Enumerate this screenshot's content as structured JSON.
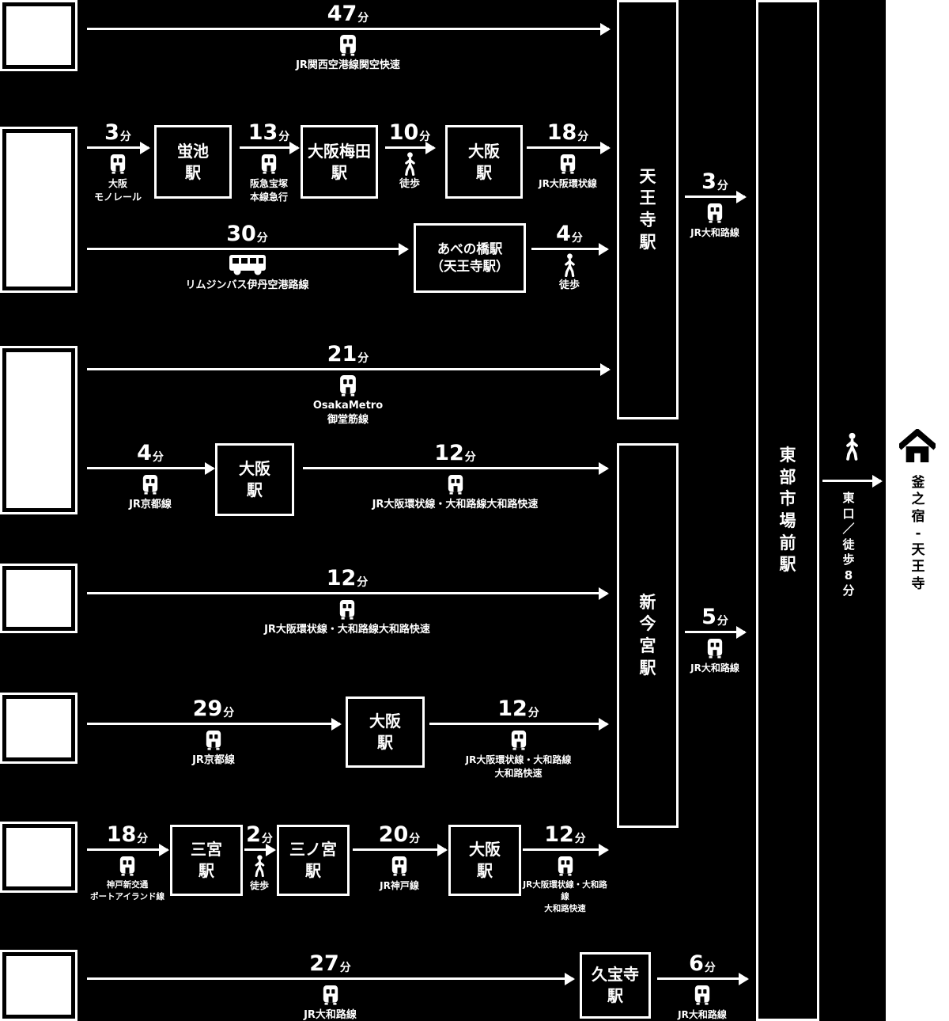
{
  "colors": {
    "background": "#000000",
    "foreground": "#ffffff",
    "destination_strip": "#ffffff"
  },
  "minute_suffix": "分",
  "destination": {
    "name": "釜之宿-天王寺",
    "walk_note": "東口／徒歩8分"
  },
  "hubs": {
    "tennoji": "天王寺駅",
    "shin_imamiya": "新今宮駅",
    "tobu_shijomae": "東部市場前駅"
  },
  "stations": {
    "hotarugaike": [
      "蛍池",
      "駅"
    ],
    "osaka_umeda": [
      "大阪梅田",
      "駅"
    ],
    "osaka": [
      "大阪",
      "駅"
    ],
    "abenobashi": [
      "あべの橋駅",
      "（天王寺駅）"
    ],
    "sannomiya": [
      "三宮",
      "駅"
    ],
    "sannomiya_jr": [
      "三ノ宮",
      "駅"
    ],
    "kyuhoji": [
      "久宝寺",
      "駅"
    ]
  },
  "segments": {
    "kix_rapid": {
      "time": "47",
      "mode": "train",
      "lines": [
        "JR関西空港線関空快速"
      ]
    },
    "osaka_monorail": {
      "time": "3",
      "mode": "train",
      "lines": [
        "大阪",
        "モノレール"
      ]
    },
    "hankyu_takarazuka": {
      "time": "13",
      "mode": "train",
      "lines": [
        "阪急宝塚",
        "本線急行"
      ]
    },
    "umeda_walk": {
      "time": "10",
      "mode": "walk",
      "lines": [
        "徒歩"
      ]
    },
    "jr_loop": {
      "time": "18",
      "mode": "train",
      "lines": [
        "JR大阪環状線"
      ]
    },
    "limousine_bus": {
      "time": "30",
      "mode": "bus",
      "lines": [
        "リムジンバス伊丹空港路線"
      ]
    },
    "abeno_walk": {
      "time": "4",
      "mode": "walk",
      "lines": [
        "徒歩"
      ]
    },
    "midosuji": {
      "time": "21",
      "mode": "train",
      "lines": [
        "OsakaMetro",
        "御堂筋線"
      ]
    },
    "jr_kyoto_4": {
      "time": "4",
      "mode": "train",
      "lines": [
        "JR京都線"
      ]
    },
    "yamatoji_rapid_12a": {
      "time": "12",
      "mode": "train",
      "lines": [
        "JR大阪環状線・大和路線大和路快速"
      ]
    },
    "yamatoji_rapid_12b": {
      "time": "12",
      "mode": "train",
      "lines": [
        "JR大阪環状線・大和路線大和路快速"
      ]
    },
    "jr_kyoto_29": {
      "time": "29",
      "mode": "train",
      "lines": [
        "JR京都線"
      ]
    },
    "yamatoji_rapid_12c": {
      "time": "12",
      "mode": "train",
      "lines": [
        "JR大阪環状線・大和路線",
        "大和路快速"
      ]
    },
    "port_island": {
      "time": "18",
      "mode": "train",
      "lines": [
        "神戸新交通",
        "ポートアイランド線"
      ]
    },
    "sannomiya_walk": {
      "time": "2",
      "mode": "walk",
      "lines": [
        "徒歩"
      ]
    },
    "jr_kobe": {
      "time": "20",
      "mode": "train",
      "lines": [
        "JR神戸線"
      ]
    },
    "yamatoji_rapid_12d": {
      "time": "12",
      "mode": "train",
      "lines": [
        "JR大阪環状線・大和路線",
        "大和路快速"
      ]
    },
    "yamatoji_27": {
      "time": "27",
      "mode": "train",
      "lines": [
        "JR大和路線"
      ]
    },
    "yamatoji_6": {
      "time": "6",
      "mode": "train",
      "lines": [
        "JR大和路線"
      ]
    },
    "tennoji_to_tobu": {
      "time": "3",
      "mode": "train",
      "lines": [
        "JR大和路線"
      ]
    },
    "shin_imamiya_to_tobu": {
      "time": "5",
      "mode": "train",
      "lines": [
        "JR大和路線"
      ]
    }
  }
}
